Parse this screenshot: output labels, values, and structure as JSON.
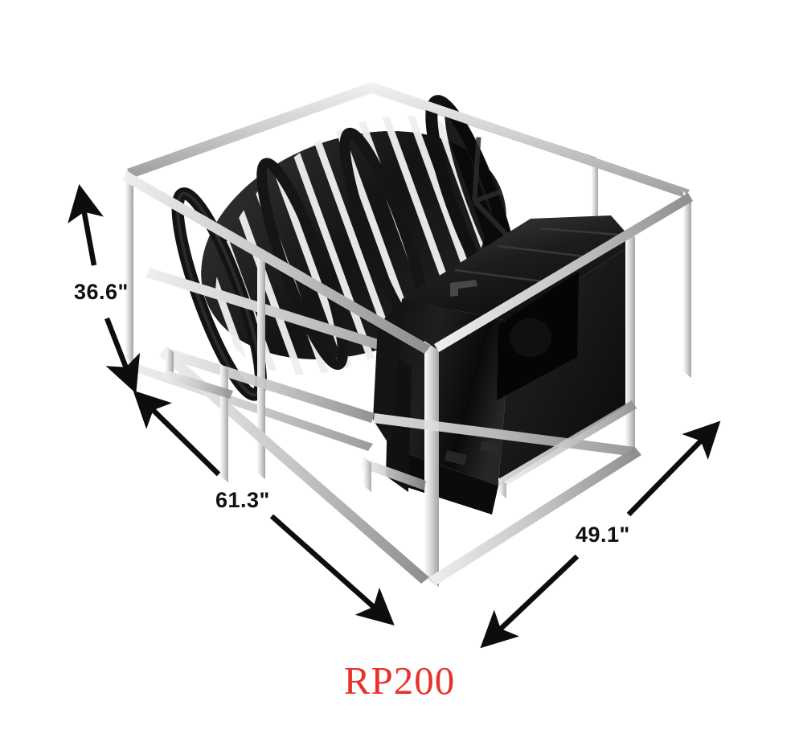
{
  "page": {
    "background_color": "#ffffff",
    "type": "product-dimension-diagram"
  },
  "product": {
    "model_name": "RP200",
    "model_name_color": "#e8312a",
    "description_parts": {
      "frame": "stainless-steel-tube-frame",
      "drum": "black-slatted-cylindrical-drum",
      "hopper": "black-trapezoidal-hopper-body"
    }
  },
  "dimensions": {
    "height": {
      "value": "36.6\"",
      "axis": "height",
      "arrow": "double-arrow-vertical"
    },
    "length": {
      "value": "61.3\"",
      "axis": "length",
      "arrow": "double-arrow-diagonal-down-right"
    },
    "depth": {
      "value": "49.1\"",
      "axis": "depth",
      "arrow": "double-arrow-diagonal-up-right"
    }
  },
  "colors": {
    "label_text": "#111111",
    "arrow": "#0d0d0d",
    "frame_light": "#e3e3e3",
    "frame_mid": "#bdbdbd",
    "frame_dark": "#8f8f8f",
    "body_black": "#151515",
    "drum_black": "#1b1b1b"
  }
}
